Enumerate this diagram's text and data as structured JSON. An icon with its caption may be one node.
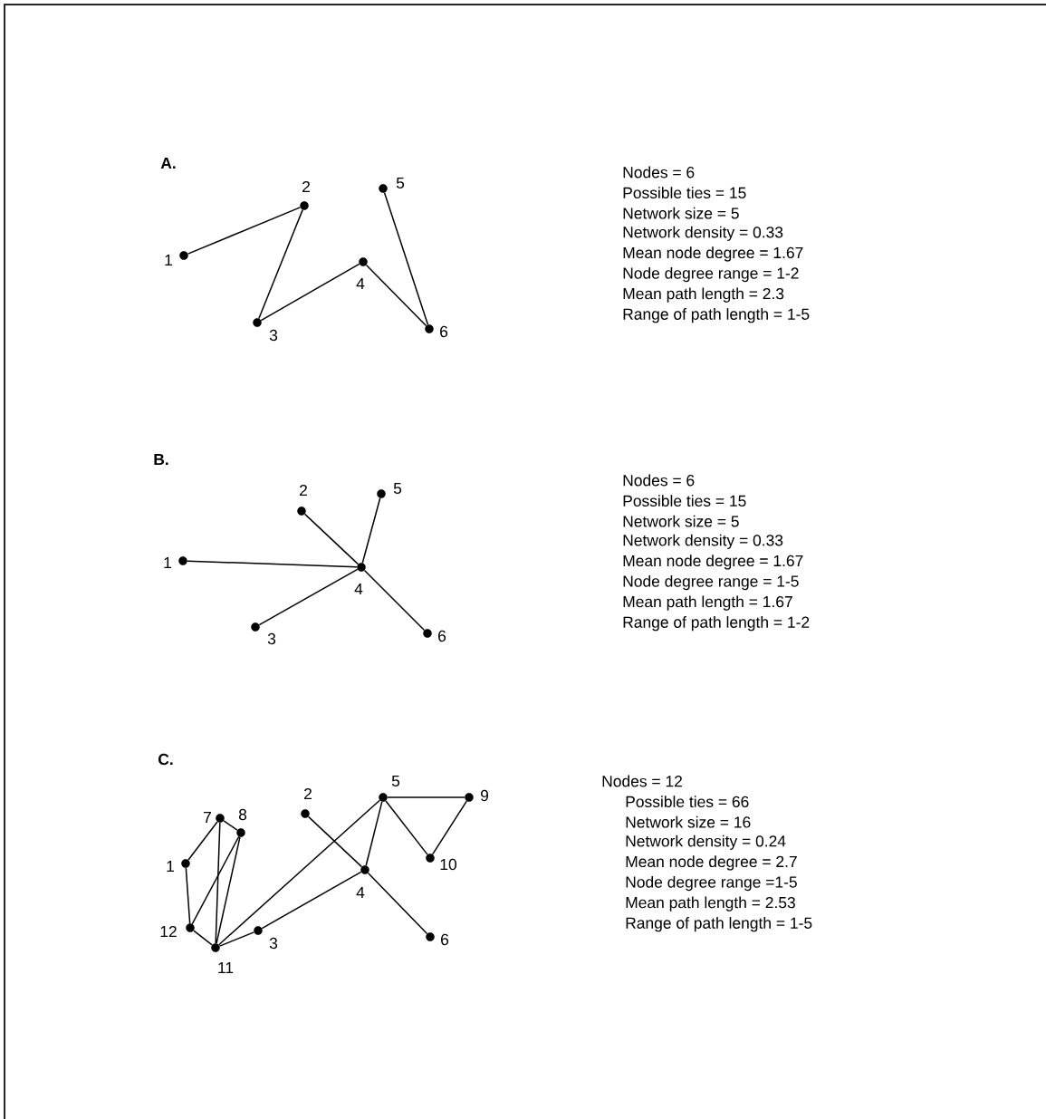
{
  "diagram": {
    "nodes": [
      {
        "text": [],
        "shape": "circle",
        "beside": [
          "1"
        ]
      },
      {
        "text": [],
        "shape": "circle",
        "beside": [
          "2"
        ]
      },
      {
        "text": [],
        "shape": "circle",
        "beside": [
          "3"
        ]
      },
      {
        "text": [],
        "shape": "circle",
        "beside": [
          "4"
        ]
      },
      {
        "text": [],
        "shape": "circle",
        "beside": [
          "5"
        ]
      },
      {
        "text": [],
        "shape": "circle",
        "beside": [
          "6"
        ]
      },
      {
        "text": [],
        "shape": "circle",
        "beside": [
          "1"
        ]
      },
      {
        "text": [],
        "shape": "circle",
        "beside": [
          "2"
        ]
      },
      {
        "text": [],
        "shape": "circle",
        "beside": [
          "3"
        ]
      },
      {
        "text": [],
        "shape": "circle",
        "beside": [
          "4"
        ]
      },
      {
        "text": [],
        "shape": "circle",
        "beside": [
          "5"
        ]
      },
      {
        "text": [],
        "shape": "circle",
        "beside": [
          "6"
        ]
      },
      {
        "text": [],
        "shape": "circle",
        "beside": [
          "1"
        ]
      },
      {
        "text": [],
        "shape": "circle",
        "beside": [
          "2"
        ]
      },
      {
        "text": [],
        "shape": "circle",
        "beside": [
          "3"
        ]
      },
      {
        "text": [],
        "shape": "circle",
        "beside": [
          "4"
        ]
      },
      {
        "text": [],
        "shape": "circle",
        "beside": [
          "5"
        ]
      },
      {
        "text": [],
        "shape": "circle",
        "beside": [
          "6"
        ]
      },
      {
        "text": [],
        "shape": "circle",
        "beside": [
          "7"
        ]
      },
      {
        "text": [],
        "shape": "circle",
        "beside": [
          "8"
        ]
      },
      {
        "text": [],
        "shape": "circle",
        "beside": [
          "9"
        ]
      },
      {
        "text": [],
        "shape": "circle",
        "beside": [
          "10"
        ]
      },
      {
        "text": [],
        "shape": "circle",
        "beside": [
          "11"
        ]
      },
      {
        "text": [],
        "shape": "circle",
        "beside": [
          "12"
        ]
      }
    ],
    "edges": [
      {
        "from": 0,
        "to": 1,
        "arrow": "none"
      },
      {
        "from": 1,
        "to": 2,
        "arrow": "none"
      },
      {
        "from": 2,
        "to": 3,
        "arrow": "none"
      },
      {
        "from": 3,
        "to": 5,
        "arrow": "none"
      },
      {
        "from": 4,
        "to": 5,
        "arrow": "none"
      },
      {
        "from": 6,
        "to": 9,
        "arrow": "none"
      },
      {
        "from": 7,
        "to": 9,
        "arrow": "none"
      },
      {
        "from": 8,
        "to": 9,
        "arrow": "none"
      },
      {
        "from": 10,
        "to": 9,
        "arrow": "none"
      },
      {
        "from": 9,
        "to": 11,
        "arrow": "none"
      },
      {
        "from": 12,
        "to": 18,
        "arrow": "none"
      },
      {
        "from": 12,
        "to": 23,
        "arrow": "none"
      },
      {
        "from": 18,
        "to": 19,
        "arrow": "none"
      },
      {
        "from": 18,
        "to": 22,
        "arrow": "none"
      },
      {
        "from": 19,
        "to": 23,
        "arrow": "none"
      },
      {
        "from": 19,
        "to": 22,
        "arrow": "none"
      },
      {
        "from": 23,
        "to": 22,
        "arrow": "none"
      },
      {
        "from": 22,
        "to": 14,
        "arrow": "none"
      },
      {
        "from": 22,
        "to": 16,
        "arrow": "none"
      },
      {
        "from": 14,
        "to": 15,
        "arrow": "none"
      },
      {
        "from": 13,
        "to": 15,
        "arrow": "none"
      },
      {
        "from": 15,
        "to": 17,
        "arrow": "none"
      },
      {
        "from": 15,
        "to": 16,
        "arrow": "none"
      },
      {
        "from": 16,
        "to": 20,
        "arrow": "none"
      },
      {
        "from": 16,
        "to": 21,
        "arrow": "none"
      },
      {
        "from": 20,
        "to": 21,
        "arrow": "none"
      }
    ],
    "labels": [
      "A.",
      "Nodes = 6",
      "Possible ties = 15",
      "Network size = 5",
      "Network density = 0.33",
      "Mean node degree = 1.67",
      "Node degree range = 1-2",
      "Mean path length = 2.3",
      "Range of path length = 1-5",
      "B.",
      "Nodes = 6",
      "Possible ties = 15",
      "Network size = 5",
      "Network density = 0.33",
      "Mean node degree = 1.67",
      "Node degree range = 1-5",
      "Mean path length = 1.67",
      "Range of path length = 1-2",
      "C.",
      "Nodes = 12",
      "Possible ties = 66",
      "Network size = 16",
      "Network density = 0.24",
      "Mean node degree = 2.7",
      "Node degree range =1-5",
      "Mean path length = 2.53",
      "Range of path length = 1-5"
    ]
  }
}
